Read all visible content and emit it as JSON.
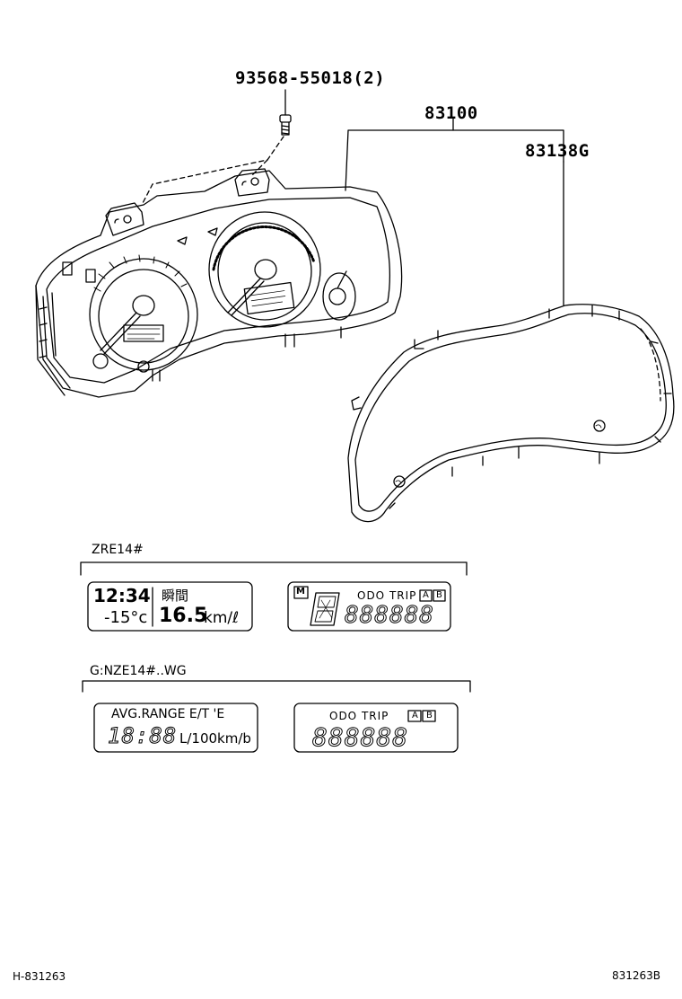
{
  "callouts": {
    "bolt": "93568-55018(2)",
    "meter_assy": "83100",
    "glass": "83138G"
  },
  "variants": [
    {
      "label": "ZRE14#",
      "left_display": {
        "time": "12:34",
        "temp": "-15°c",
        "mode_label": "瞬間",
        "economy_value": "16.5",
        "economy_unit": "km/ℓ"
      },
      "right_display": {
        "m_badge": "M",
        "odo_trip": "ODO TRIP",
        "trip_a": "A",
        "trip_b": "B",
        "odo_digits": "888888"
      }
    },
    {
      "label": "G:NZE14#..WG",
      "left_display": {
        "header": "AVG.RANGE E/T 'E",
        "digits": "18:88",
        "unit": "L/100km/b"
      },
      "right_display": {
        "odo_trip": "ODO TRIP",
        "trip_a": "A",
        "trip_b": "B",
        "odo_digits": "888888"
      }
    }
  ],
  "footer": {
    "left_code": "H-831263",
    "right_code": "831263B"
  }
}
